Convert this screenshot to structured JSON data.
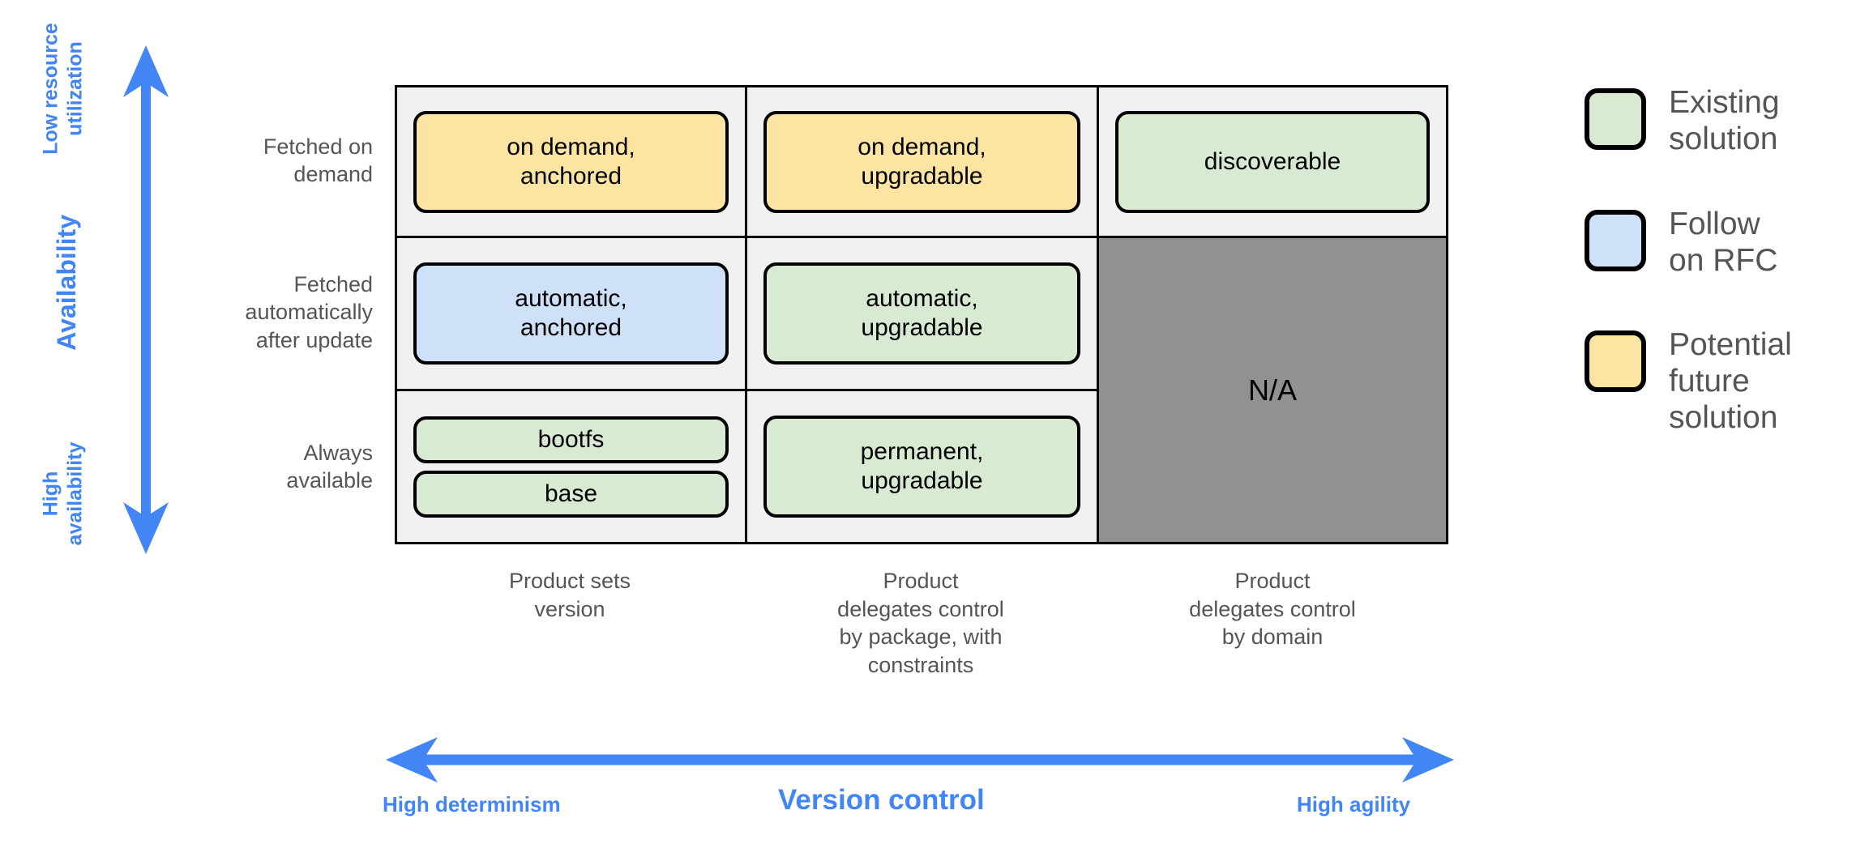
{
  "y_axis": {
    "top_label": "Low resource\nutilization",
    "title": "Availability",
    "bottom_label": "High\navailability",
    "color": "#4285f4",
    "direction": "double"
  },
  "x_axis": {
    "left_label": "High determinism",
    "title": "Version control",
    "right_label": "High agility",
    "color": "#4285f4",
    "direction": "double"
  },
  "row_labels": [
    "Fetched on\ndemand",
    "Fetched\nautomatically\nafter update",
    "Always\navailable"
  ],
  "column_labels": [
    "Product sets\nversion",
    "Product\ndelegates control\nby package, with\nconstraints",
    "Product\ndelegates control\nby domain"
  ],
  "matrix": {
    "cells": [
      {
        "row": 0,
        "col": 0,
        "chips": [
          {
            "text": "on demand,\nanchored",
            "style": "yellow",
            "size": "tall"
          }
        ]
      },
      {
        "row": 0,
        "col": 1,
        "chips": [
          {
            "text": "on demand,\nupgradable",
            "style": "yellow",
            "size": "tall"
          }
        ]
      },
      {
        "row": 0,
        "col": 2,
        "chips": [
          {
            "text": "discoverable",
            "style": "green",
            "size": "tall"
          }
        ]
      },
      {
        "row": 1,
        "col": 0,
        "chips": [
          {
            "text": "automatic,\nanchored",
            "style": "blue",
            "size": "tall"
          }
        ]
      },
      {
        "row": 1,
        "col": 1,
        "chips": [
          {
            "text": "automatic,\nupgradable",
            "style": "green",
            "size": "tall"
          }
        ]
      },
      {
        "row": 2,
        "col": 0,
        "chips": [
          {
            "text": "bootfs",
            "style": "green",
            "size": "short"
          },
          {
            "text": "base",
            "style": "green",
            "size": "short"
          }
        ]
      },
      {
        "row": 2,
        "col": 1,
        "chips": [
          {
            "text": "permanent,\nupgradable",
            "style": "green",
            "size": "tall"
          }
        ]
      }
    ],
    "na_cell": {
      "text": "N/A",
      "color": "#919191"
    }
  },
  "legend": {
    "items": [
      {
        "label": "Existing\nsolution",
        "color": "#d9ead3"
      },
      {
        "label": "Follow\non RFC",
        "color": "#cfe0f9"
      },
      {
        "label": "Potential\nfuture\nsolution",
        "color": "#fce5a2"
      }
    ]
  },
  "colors": {
    "green": "#d9ead3",
    "blue": "#cfe0f9",
    "yellow": "#fce5a2",
    "gray": "#919191",
    "accent": "#4285f4",
    "cell_bg": "#f1f1f1",
    "text_muted": "#555555"
  }
}
